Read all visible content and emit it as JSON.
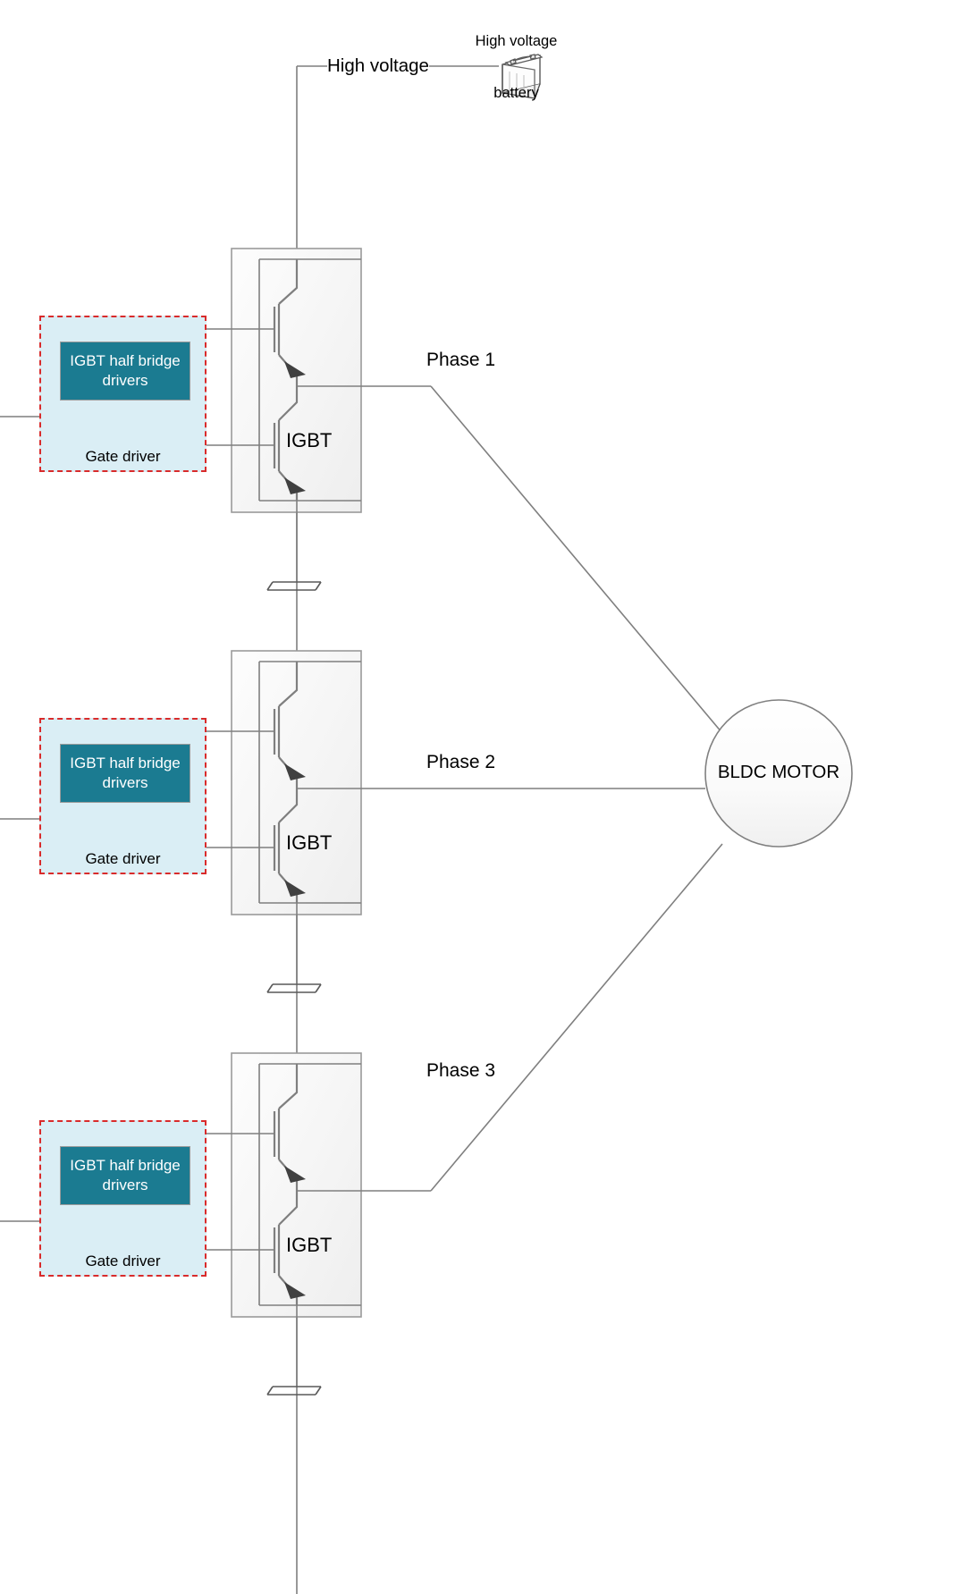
{
  "diagram": {
    "title": "Three-phase IGBT inverter driving a BLDC motor",
    "colors": {
      "wire": "#7f7f7f",
      "driver_fill": "#1b7b91",
      "driver_group_fill": "#daeef5",
      "driver_group_border": "#d92b2b",
      "panel_fill": "#f4f4f4",
      "panel_border": "#9a9a9a",
      "motor_fill": "#fbfbfb",
      "motor_border": "#808080",
      "text": "#000000",
      "driver_text": "#ffffff"
    }
  },
  "labels": {
    "high_voltage": "High voltage",
    "battery_line1": "High voltage",
    "battery_line2": "battery",
    "battery_icon": "car-battery-icon",
    "motor": "BLDC MOTOR"
  },
  "legs": [
    {
      "id": "leg-1",
      "phase_label": "Phase 1",
      "igbt_label": "IGBT",
      "driver": {
        "inner_line1": "IGBT half bridge",
        "inner_line2": "drivers",
        "caption": "Gate driver"
      },
      "ground_icon": "ground-icon"
    },
    {
      "id": "leg-2",
      "phase_label": "Phase 2",
      "igbt_label": "IGBT",
      "driver": {
        "inner_line1": "IGBT half bridge",
        "inner_line2": "drivers",
        "caption": "Gate driver"
      },
      "ground_icon": "ground-icon"
    },
    {
      "id": "leg-3",
      "phase_label": "Phase 3",
      "igbt_label": "IGBT",
      "driver": {
        "inner_line1": "IGBT half bridge",
        "inner_line2": "drivers",
        "caption": "Gate driver"
      },
      "ground_icon": "ground-icon"
    }
  ]
}
